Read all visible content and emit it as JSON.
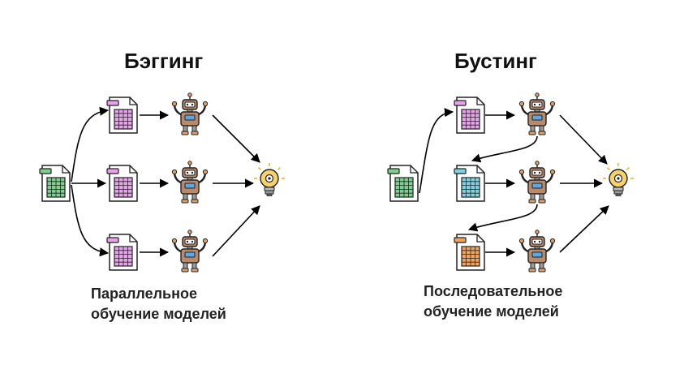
{
  "bagging": {
    "title": "Бэггинг",
    "caption_line1": "Параллельное",
    "caption_line2": "обучение моделей",
    "source_data_icon": "spreadsheet-icon",
    "subset_icon": "spreadsheet-icon",
    "model_icon": "robot-icon",
    "result_icon": "lightbulb-icon"
  },
  "boosting": {
    "title": "Бустинг",
    "caption_line1": "Последовательное",
    "caption_line2": "обучение моделей",
    "source_data_icon": "spreadsheet-icon",
    "subset_icon": "spreadsheet-icon",
    "model_icon": "robot-icon",
    "result_icon": "lightbulb-icon"
  },
  "colors": {
    "green_sheet": "#7ccf8e",
    "pink_sheet": "#e7a3ea",
    "blue_sheet": "#7fd3e0",
    "orange_sheet": "#f2a35a",
    "robot_body": "#b98a6a",
    "robot_screen": "#5aa9e6",
    "bulb": "#f6d36a",
    "arrow": "#000000"
  }
}
